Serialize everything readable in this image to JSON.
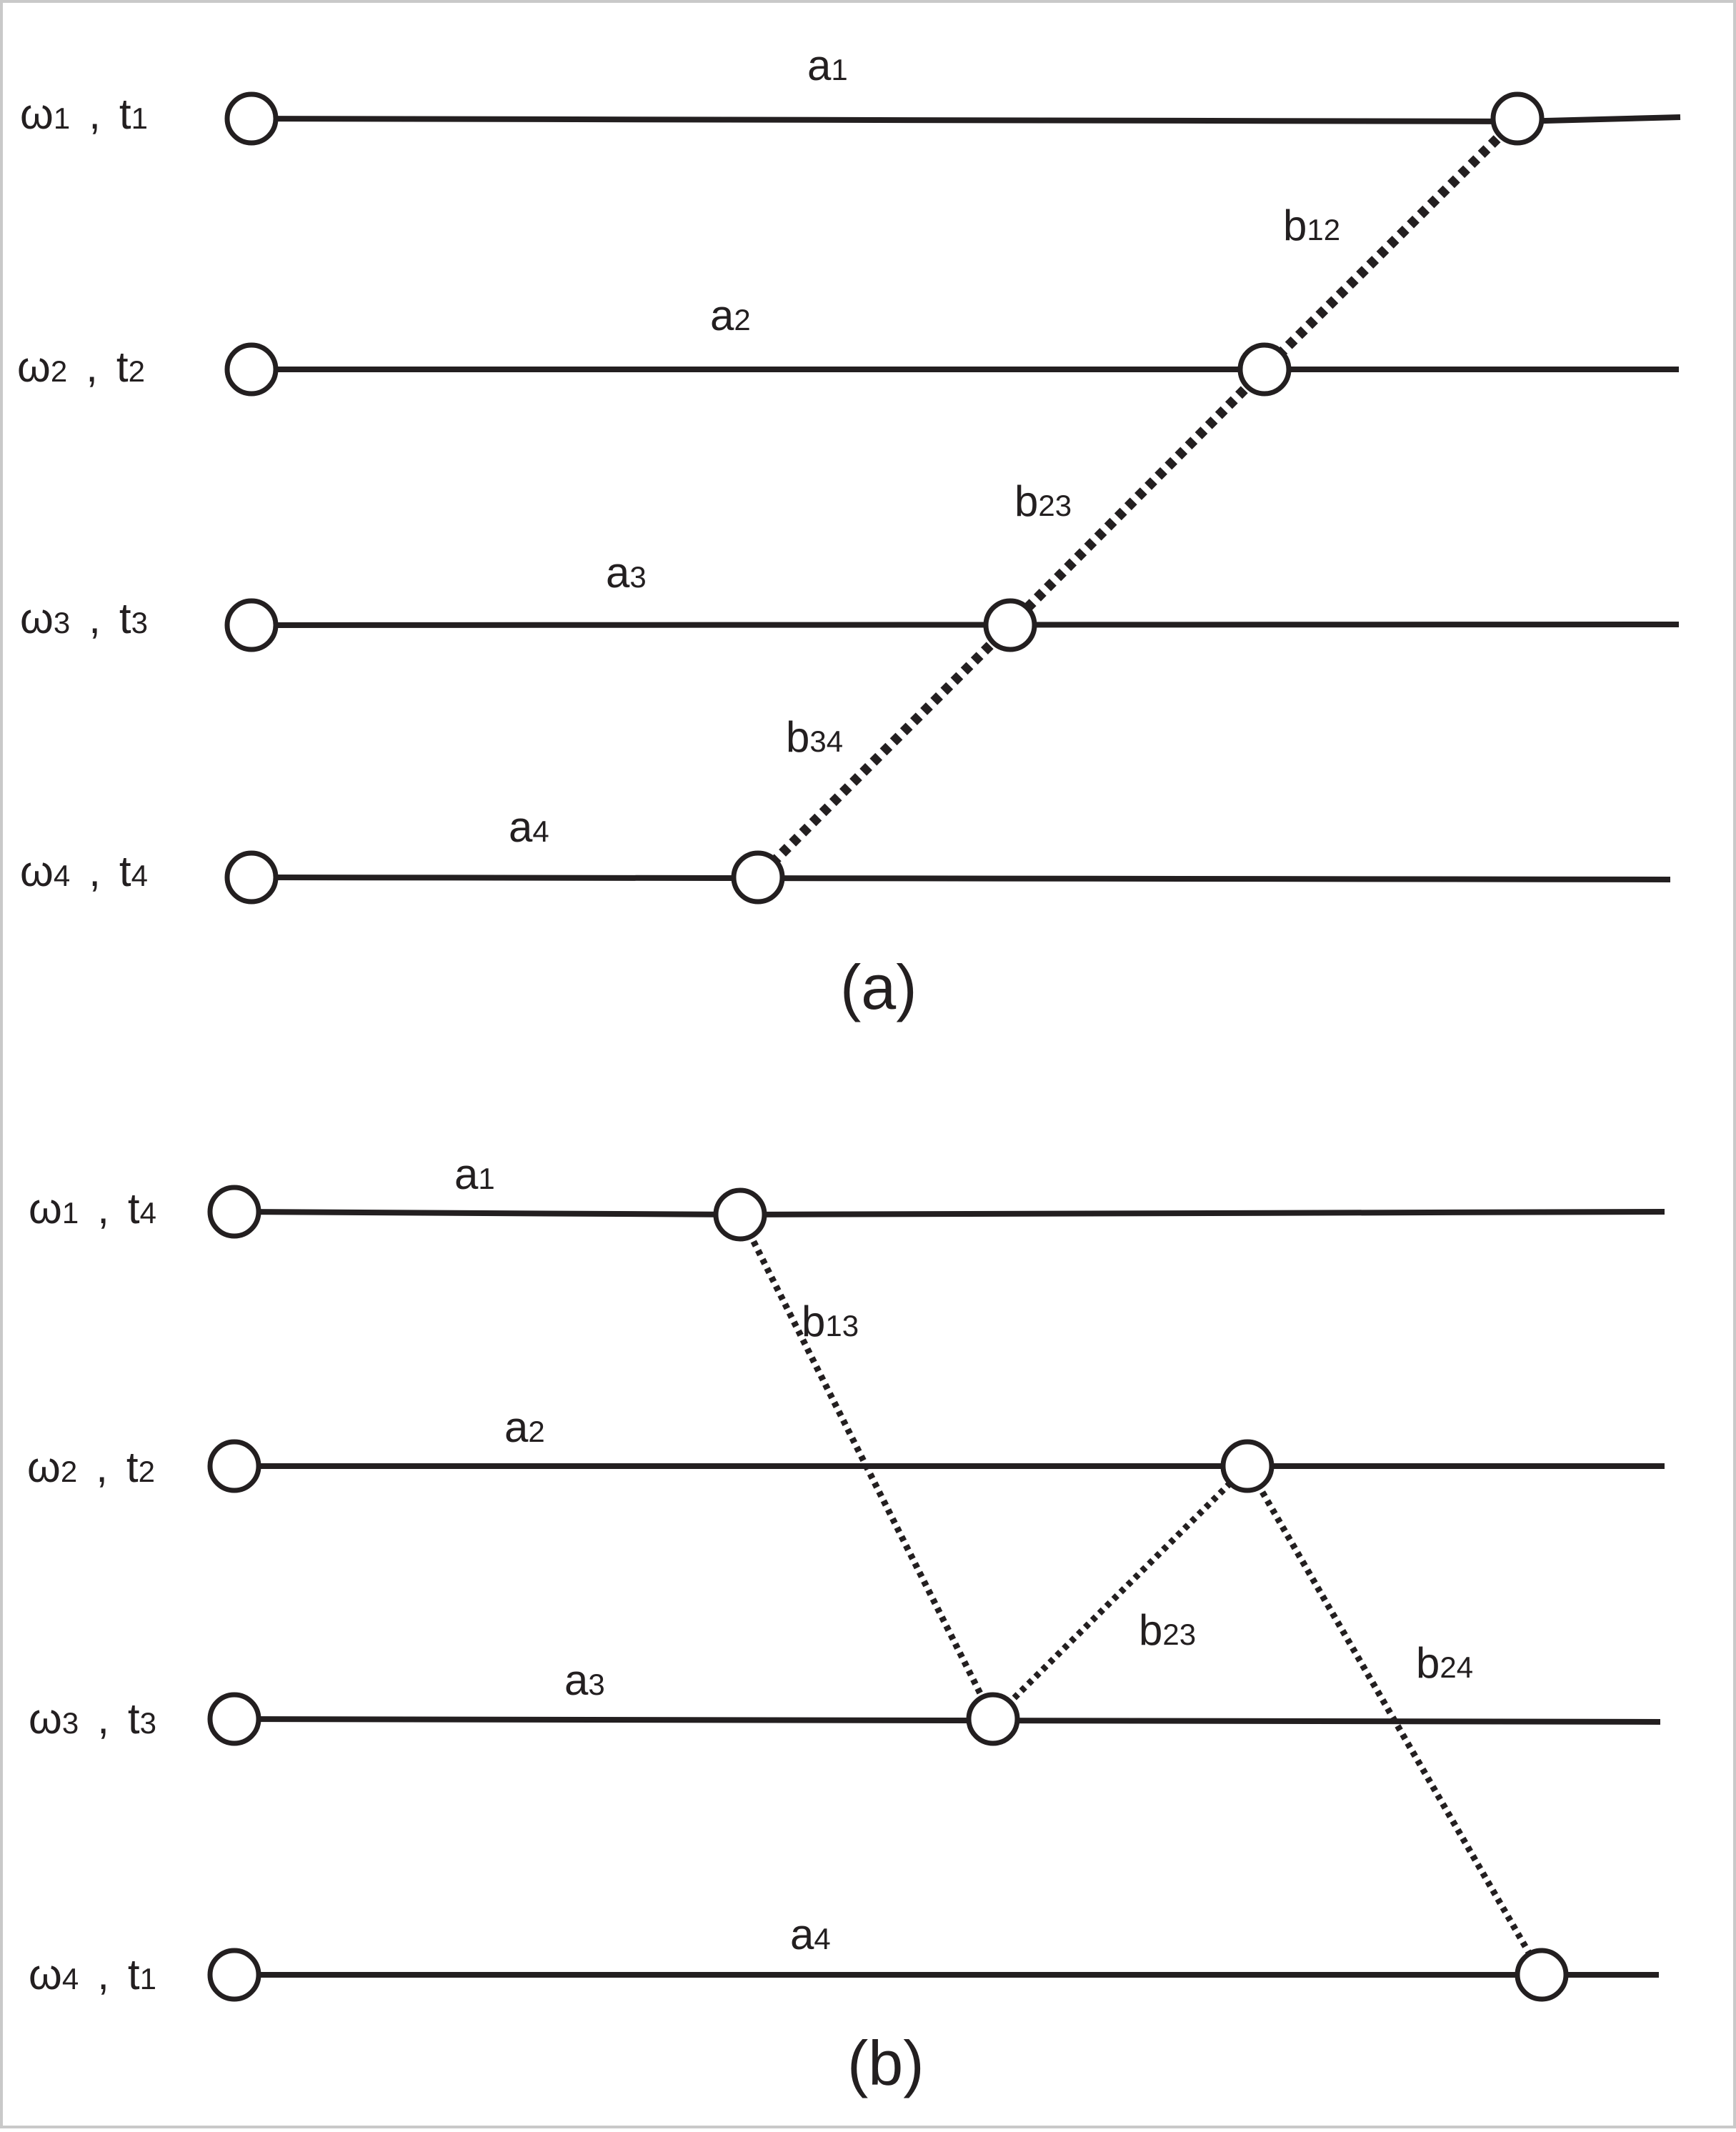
{
  "panels": [
    {
      "caption": "(a)",
      "rows": [
        {
          "omega": "1",
          "t": "1",
          "a": "1"
        },
        {
          "omega": "2",
          "t": "2",
          "a": "2"
        },
        {
          "omega": "3",
          "t": "3",
          "a": "3"
        },
        {
          "omega": "4",
          "t": "4",
          "a": "4"
        }
      ],
      "links": [
        {
          "name": "b",
          "sub": "12",
          "from_row": 1,
          "to_row": 2
        },
        {
          "name": "b",
          "sub": "23",
          "from_row": 2,
          "to_row": 3
        },
        {
          "name": "b",
          "sub": "34",
          "from_row": 3,
          "to_row": 4
        }
      ]
    },
    {
      "caption": "(b)",
      "rows": [
        {
          "omega": "1",
          "t": "4",
          "a": "1"
        },
        {
          "omega": "2",
          "t": "2",
          "a": "2"
        },
        {
          "omega": "3",
          "t": "3",
          "a": "3"
        },
        {
          "omega": "4",
          "t": "1",
          "a": "4"
        }
      ],
      "links": [
        {
          "name": "b",
          "sub": "13",
          "from_row": 1,
          "to_row": 3
        },
        {
          "name": "b",
          "sub": "23",
          "from_row": 3,
          "to_row": 2
        },
        {
          "name": "b",
          "sub": "24",
          "from_row": 2,
          "to_row": 4
        }
      ]
    }
  ],
  "symbols": {
    "omega": "ω",
    "t": "t",
    "a": "a",
    "comma": ","
  },
  "colors": {
    "ink": "#231f20",
    "background": "#ffffff",
    "frame": "#c9c9c9"
  }
}
